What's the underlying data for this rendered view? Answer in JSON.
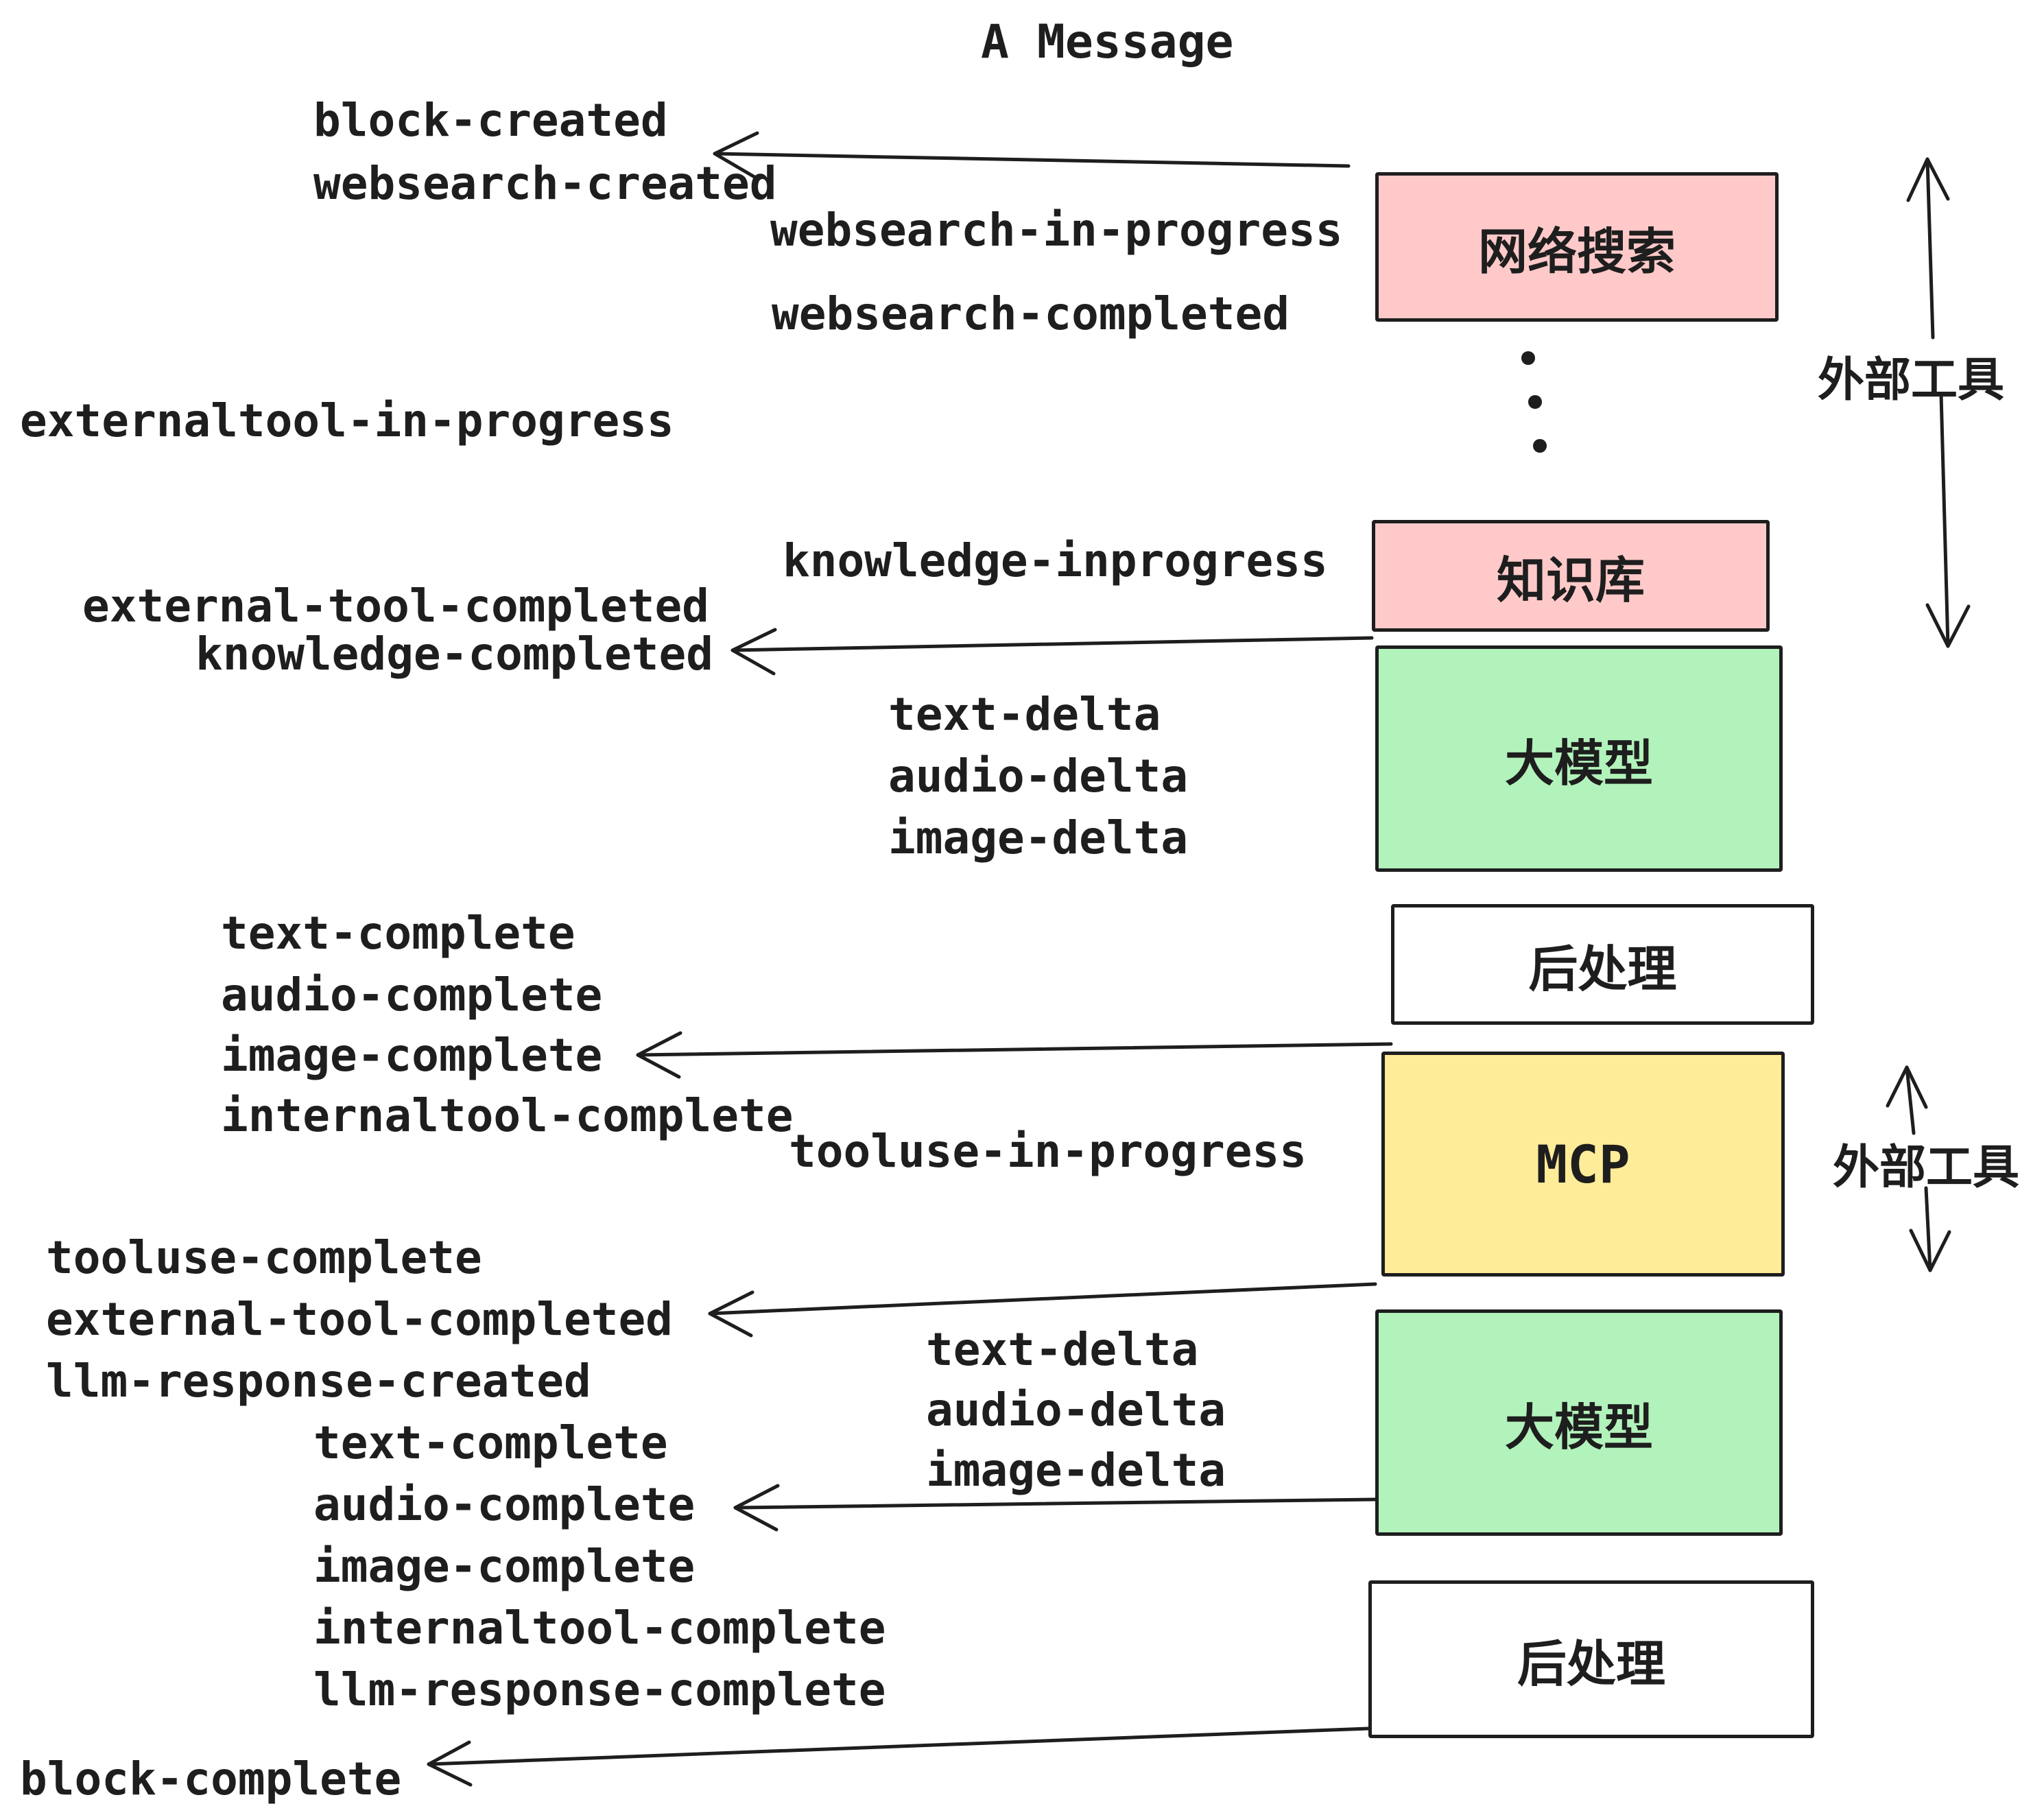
{
  "title": "A Message",
  "nodes": {
    "websearch": {
      "label": "网络搜索",
      "fill": "#ffc9c9"
    },
    "knowledge": {
      "label": "知识库",
      "fill": "#ffc9c9"
    },
    "llm_1": {
      "label": "大模型",
      "fill": "#b2f2bb"
    },
    "postprocess_1": {
      "label": "后处理",
      "fill": "#ffffff"
    },
    "mcp": {
      "label": "MCP",
      "fill": "#ffec99"
    },
    "llm_2": {
      "label": "大模型",
      "fill": "#b2f2bb"
    },
    "postprocess_2": {
      "label": "后处理",
      "fill": "#ffffff"
    }
  },
  "side_labels": {
    "external_tools_top": "外部工具",
    "external_tools_bottom": "外部工具"
  },
  "events": {
    "block_created": "block-created",
    "websearch_created": "websearch-created",
    "websearch_in_progress": "websearch-in-progress",
    "websearch_completed": "websearch-completed",
    "externaltool_in_progress": "externaltool-in-progress",
    "knowledge_inprogress": "knowledge-inprogress",
    "external_tool_completed_1": "external-tool-completed",
    "knowledge_completed": "knowledge-completed",
    "text_delta_1": "text-delta",
    "audio_delta_1": "audio-delta",
    "image_delta_1": "image-delta",
    "text_complete_1": "text-complete",
    "audio_complete_1": "audio-complete",
    "image_complete_1": "image-complete",
    "internaltool_complete_1": "internaltool-complete",
    "tooluse_in_progress": "tooluse-in-progress",
    "tooluse_complete": "tooluse-complete",
    "external_tool_completed_2": "external-tool-completed",
    "llm_response_created": "llm-response-created",
    "text_delta_2": "text-delta",
    "audio_delta_2": "audio-delta",
    "image_delta_2": "image-delta",
    "text_complete_2": "text-complete",
    "audio_complete_2": "audio-complete",
    "image_complete_2": "image-complete",
    "internaltool_complete_2": "internaltool-complete",
    "llm_response_complete": "llm-response-complete",
    "block_complete": "block-complete"
  },
  "arrows": [
    {
      "from": "websearch-box",
      "to": "block-created / websearch-created",
      "direction": "left"
    },
    {
      "from": "knowledge-box",
      "to": "knowledge-completed",
      "direction": "left"
    },
    {
      "from": "postprocess-1-box",
      "to": "image-complete",
      "direction": "left"
    },
    {
      "from": "mcp-box",
      "to": "tooluse-complete / external-tool-completed",
      "direction": "left"
    },
    {
      "from": "llm-2-box",
      "to": "audio-complete",
      "direction": "left"
    },
    {
      "from": "postprocess-2-box",
      "to": "block-complete",
      "direction": "left"
    },
    {
      "label": "外部工具",
      "type": "vertical-double-arrow",
      "spans": "websearch..knowledge"
    },
    {
      "label": "外部工具",
      "type": "vertical-double-arrow",
      "spans": "mcp"
    }
  ],
  "colors": {
    "stroke": "#1e1e1e",
    "pink": "#ffc9c9",
    "green": "#b2f2bb",
    "yellow": "#ffec99",
    "white": "#ffffff",
    "background": "#ffffff"
  }
}
